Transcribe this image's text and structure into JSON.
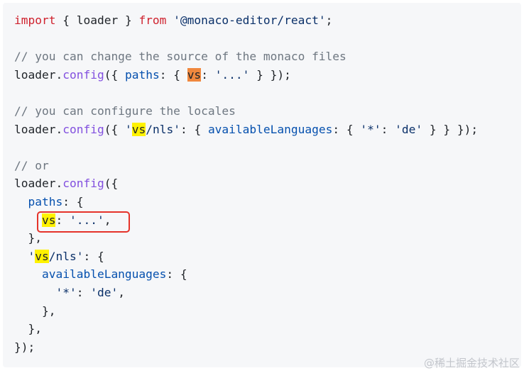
{
  "code": {
    "lines": [
      [
        {
          "t": "import",
          "c": "kw"
        },
        {
          "t": " { loader } "
        },
        {
          "t": "from",
          "c": "kw"
        },
        {
          "t": " "
        },
        {
          "t": "'@monaco-editor/react'",
          "c": "str"
        },
        {
          "t": ";"
        }
      ],
      [],
      [
        {
          "t": "// you can change the source of the monaco files",
          "c": "cm"
        }
      ],
      [
        {
          "t": "loader."
        },
        {
          "t": "config",
          "c": "fn"
        },
        {
          "t": "({ "
        },
        {
          "t": "paths",
          "c": "prop"
        },
        {
          "t": ": { "
        },
        {
          "t": "vs",
          "c": "hl-o"
        },
        {
          "t": ": "
        },
        {
          "t": "'...'",
          "c": "str"
        },
        {
          "t": " } });"
        }
      ],
      [],
      [
        {
          "t": "// you can configure the locales",
          "c": "cm"
        }
      ],
      [
        {
          "t": "loader."
        },
        {
          "t": "config",
          "c": "fn"
        },
        {
          "t": "({ "
        },
        {
          "t": "'",
          "c": "str"
        },
        {
          "t": "vs",
          "c": "hl-y"
        },
        {
          "t": "/nls'",
          "c": "str"
        },
        {
          "t": ": { "
        },
        {
          "t": "availableLanguages",
          "c": "prop"
        },
        {
          "t": ": { "
        },
        {
          "t": "'*'",
          "c": "str"
        },
        {
          "t": ": "
        },
        {
          "t": "'de'",
          "c": "str"
        },
        {
          "t": " } } });"
        }
      ],
      [],
      [
        {
          "t": "// or",
          "c": "cm"
        }
      ],
      [
        {
          "t": "loader."
        },
        {
          "t": "config",
          "c": "fn"
        },
        {
          "t": "({"
        }
      ],
      [
        {
          "t": "  "
        },
        {
          "t": "paths",
          "c": "prop"
        },
        {
          "t": ": {"
        }
      ],
      [
        {
          "t": "    "
        },
        {
          "t": "vs",
          "c": "hl-y"
        },
        {
          "t": ": "
        },
        {
          "t": "'...'",
          "c": "str"
        },
        {
          "t": ","
        }
      ],
      [
        {
          "t": "  },"
        }
      ],
      [
        {
          "t": "  "
        },
        {
          "t": "'",
          "c": "str"
        },
        {
          "t": "vs",
          "c": "hl-y"
        },
        {
          "t": "/nls'",
          "c": "str"
        },
        {
          "t": ": {"
        }
      ],
      [
        {
          "t": "    "
        },
        {
          "t": "availableLanguages",
          "c": "prop"
        },
        {
          "t": ": {"
        }
      ],
      [
        {
          "t": "      "
        },
        {
          "t": "'*'",
          "c": "str"
        },
        {
          "t": ": "
        },
        {
          "t": "'de'",
          "c": "str"
        },
        {
          "t": ","
        }
      ],
      [
        {
          "t": "    },"
        }
      ],
      [
        {
          "t": "  },"
        }
      ],
      [
        {
          "t": "});"
        }
      ]
    ]
  },
  "watermark": {
    "text": "@稀土掘金技术社区"
  },
  "colors": {
    "highlight_yellow": "#fff200",
    "highlight_orange": "#f0883e",
    "annotation_red": "#e5332a"
  }
}
